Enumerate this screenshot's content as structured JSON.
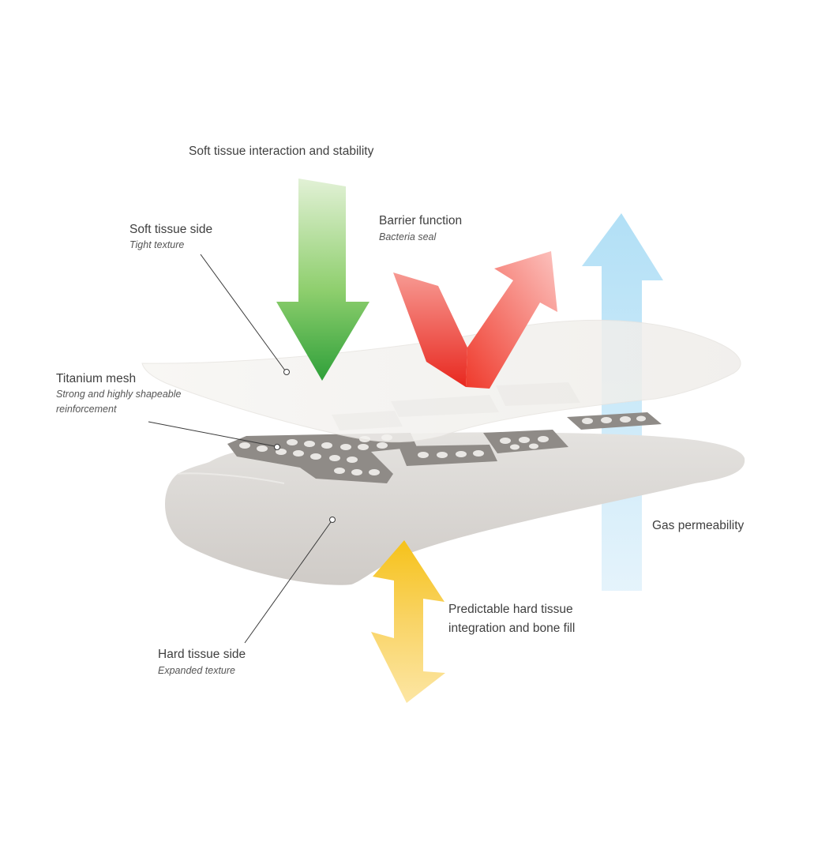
{
  "labels": {
    "soft_interaction": "Soft tissue interaction and stability",
    "soft_side_title": "Soft tissue side",
    "soft_side_sub": "Tight texture",
    "barrier_title": "Barrier function",
    "barrier_sub": "Bacteria seal",
    "titanium_title": "Titanium mesh",
    "titanium_sub_1": "Strong and highly shapeable",
    "titanium_sub_2": "reinforcement",
    "gas": "Gas permeability",
    "hard_integration_1": "Predictable hard tissue",
    "hard_integration_2": "integration and bone fill",
    "hard_side_title": "Hard tissue side",
    "hard_side_sub": "Expanded texture"
  },
  "colors": {
    "green_arrow": "#3fa83a",
    "red_arrow": "#f2483a",
    "blue_arrow": "#bfe2f5",
    "yellow_arrow": "#f8c53a",
    "mesh": "#8f8b87",
    "soft_layer": "#f3f1ee",
    "hard_layer": "#d8d5d2"
  }
}
